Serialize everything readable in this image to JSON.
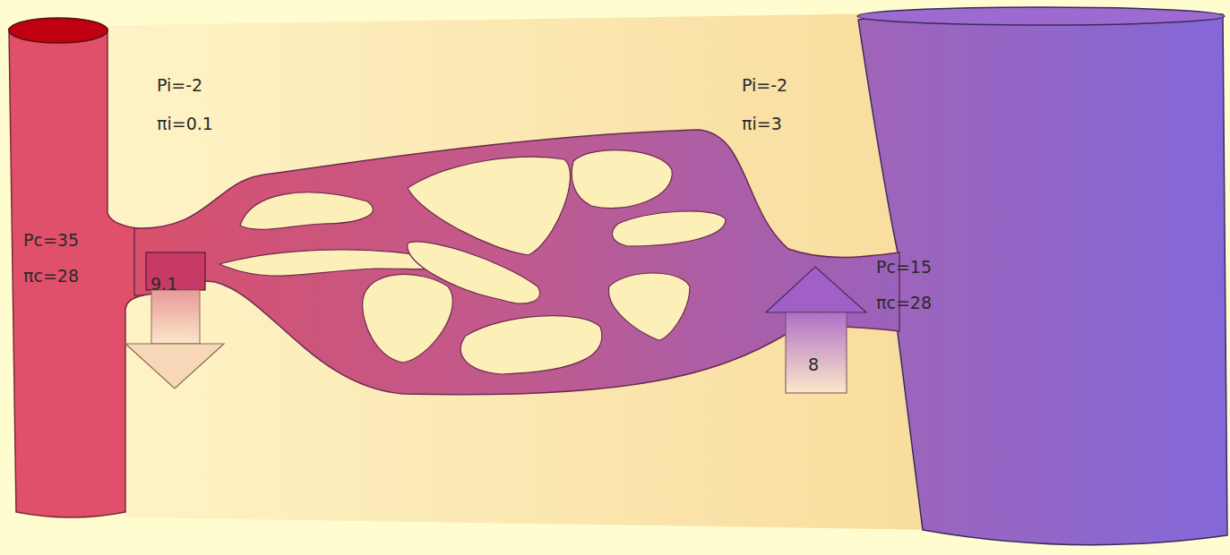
{
  "diagram": {
    "labels": [
      "Pi=-2",
      "πi=0.1",
      "Pc=35",
      "πc=28",
      "9.1",
      "Pi=-2",
      "πi=3",
      "Pc=15",
      "πc=28",
      "8"
    ]
  }
}
